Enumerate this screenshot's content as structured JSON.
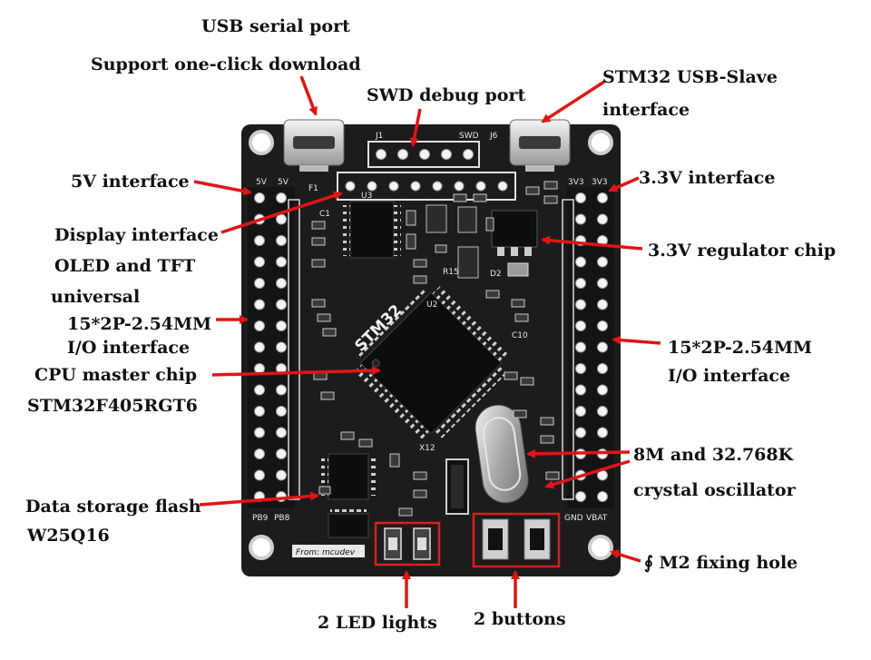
{
  "board": {
    "chip_marking": "STM32",
    "chip_id": "U2",
    "silk_swd": "SWD",
    "silk_j6": "J6",
    "silk_j1": "J1",
    "silk_5v": "5V",
    "silk_3v3": "3V3",
    "silk_pb9": "PB9",
    "silk_pb8": "PB8",
    "silk_gnd": "GND",
    "silk_vbat": "VBAT",
    "silk_from": "From: mcudev",
    "silk_u3": "U3",
    "silk_f1": "F1",
    "silk_c1": "C1",
    "silk_r15": "R15",
    "silk_d2": "D2",
    "silk_c10": "C10",
    "silk_x12": "X12"
  },
  "labels": {
    "usb_serial_1": "USB serial port",
    "usb_serial_2": "Support one-click download",
    "swd": "SWD debug port",
    "usb_slave_1": "STM32 USB-Slave",
    "usb_slave_2": "interface",
    "five_v": "5V interface",
    "three_v3": "3.3V interface",
    "display_1": "Display interface",
    "display_2": "OLED and TFT",
    "display_3": "universal",
    "regulator": "3.3V regulator chip",
    "io_left_1": "15*2P-2.54MM",
    "io_left_2": "I/O interface",
    "io_right_1": "15*2P-2.54MM",
    "io_right_2": "I/O interface",
    "cpu_1": "CPU master chip",
    "cpu_2": "STM32F405RGT6",
    "crystal_1": "8M and 32.768K",
    "crystal_2": "crystal oscillator",
    "flash_1": "Data storage flash",
    "flash_2": "W25Q16",
    "fixing": "∮ M2 fixing hole",
    "leds": "2 LED lights",
    "buttons": "2 buttons"
  },
  "colors": {
    "pcb": "#1c1c1c",
    "arrow": "#e01515",
    "silk": "#e8e8e8",
    "highlight_box": "#d81e1e"
  }
}
